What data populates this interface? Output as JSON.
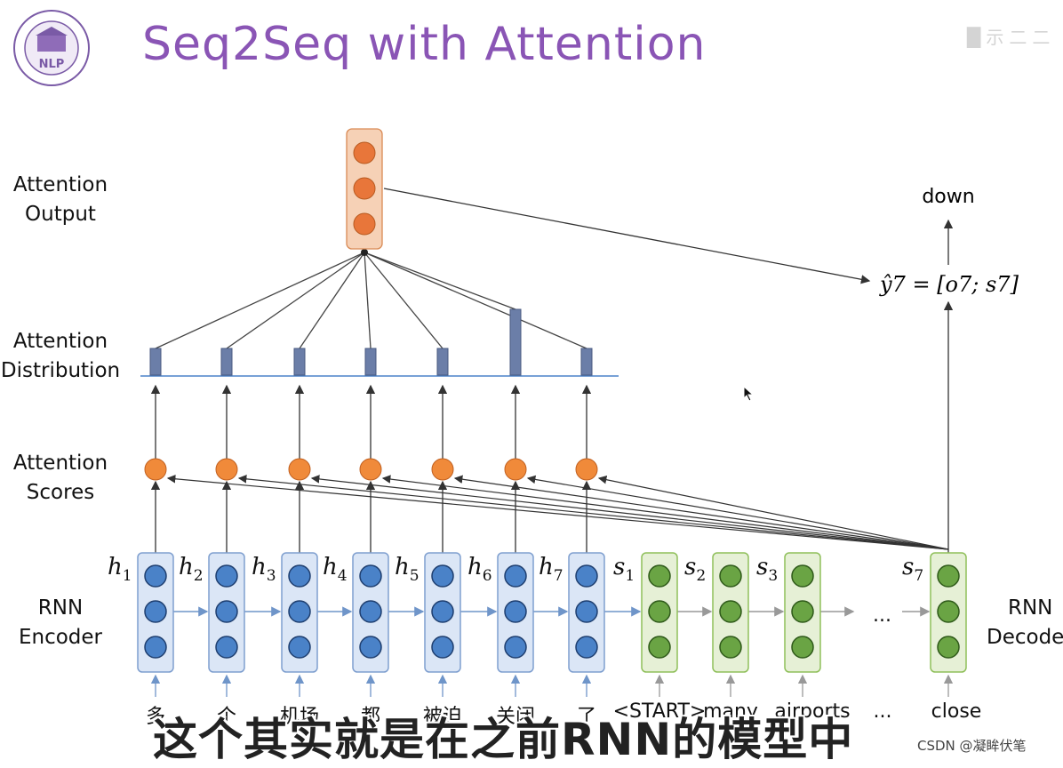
{
  "title": "Seq2Seq with Attention",
  "watermark": "█示二二",
  "logo": {
    "text": "NLP"
  },
  "labels": {
    "attention_output": [
      "Attention",
      "Output"
    ],
    "attention_distribution": [
      "Attention",
      "Distribution"
    ],
    "attention_scores": [
      "Attention",
      "Scores"
    ],
    "rnn_encoder": [
      "RNN",
      "Encoder"
    ],
    "rnn_decoder": [
      "RNN",
      "Decode"
    ]
  },
  "encoder_states": [
    "h1",
    "h2",
    "h3",
    "h4",
    "h5",
    "h6",
    "h7"
  ],
  "decoder_states": [
    "s1",
    "s2",
    "s3",
    "s7"
  ],
  "source_words": [
    "多",
    "个",
    "机场",
    "都",
    "被迫",
    "关闭",
    "了"
  ],
  "target_words": [
    "<START>",
    "many",
    "airports",
    "...",
    "close"
  ],
  "output": {
    "word": "down",
    "formula": "ŷ7 = [o7; s7]"
  },
  "attention_distribution": [
    0.09,
    0.09,
    0.09,
    0.09,
    0.09,
    0.31,
    0.09
  ],
  "subtitle": "这个其实就是在之前RNN的模型中",
  "credit": "CSDN @凝眸伏笔",
  "decoder_ellipsis": "...",
  "colors": {
    "title": "#8a55b5",
    "encoder_fill": "#dbe6f6",
    "encoder_stroke": "#7f9fcf",
    "encoder_node": "#4a82c8",
    "decoder_fill": "#e6f0d6",
    "decoder_stroke": "#8fbf5a",
    "decoder_node": "#6aa444",
    "score_node": "#f08a3a",
    "output_fill": "#f6d1b6",
    "output_node": "#e8763a",
    "bar": "#6b7ea8"
  }
}
